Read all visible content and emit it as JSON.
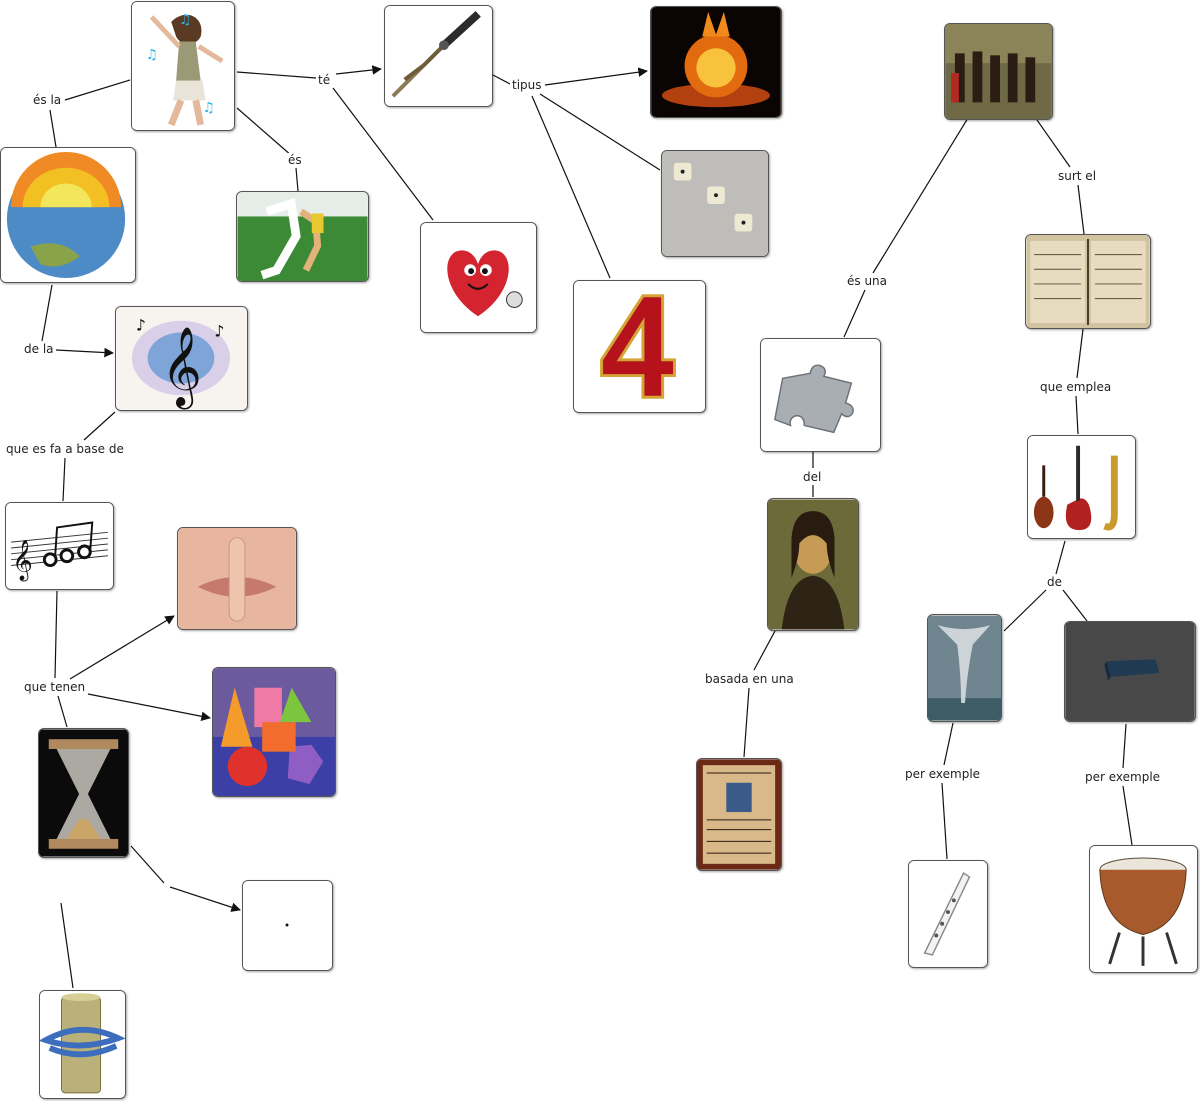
{
  "labels": {
    "es_la": "és la",
    "te": "té",
    "es": "és",
    "de_la": "de la",
    "tipus": "tipus",
    "que_es_fa": "que es fa a base de",
    "que_tenen": "que tenen",
    "es_una": "és una",
    "surt_el": "surt el",
    "que_emplea": "que emplea",
    "del": "del",
    "de": "de",
    "basada_en_una": "basada en una",
    "per_exemple_1": "per exemple",
    "per_exemple_2": "per exemple"
  },
  "nodes": [
    {
      "id": "dancer-icon"
    },
    {
      "id": "compass-icon"
    },
    {
      "id": "explosion-icon"
    },
    {
      "id": "dice-icon"
    },
    {
      "id": "earth-icon"
    },
    {
      "id": "runners-icon"
    },
    {
      "id": "heart-icon"
    },
    {
      "id": "number-four-icon"
    },
    {
      "id": "treble-clef-icon"
    },
    {
      "id": "music-notes-icon"
    },
    {
      "id": "silence-icon"
    },
    {
      "id": "shapes-icon"
    },
    {
      "id": "hourglass-icon"
    },
    {
      "id": "dot-icon"
    },
    {
      "id": "knot-icon"
    },
    {
      "id": "medieval-painting-icon"
    },
    {
      "id": "manuscript-icon"
    },
    {
      "id": "puzzle-piece-icon"
    },
    {
      "id": "instruments-icon"
    },
    {
      "id": "mona-lisa-icon"
    },
    {
      "id": "illuminated-page-icon"
    },
    {
      "id": "tornado-icon"
    },
    {
      "id": "block-icon"
    },
    {
      "id": "recorder-icon"
    },
    {
      "id": "timpani-icon"
    }
  ]
}
